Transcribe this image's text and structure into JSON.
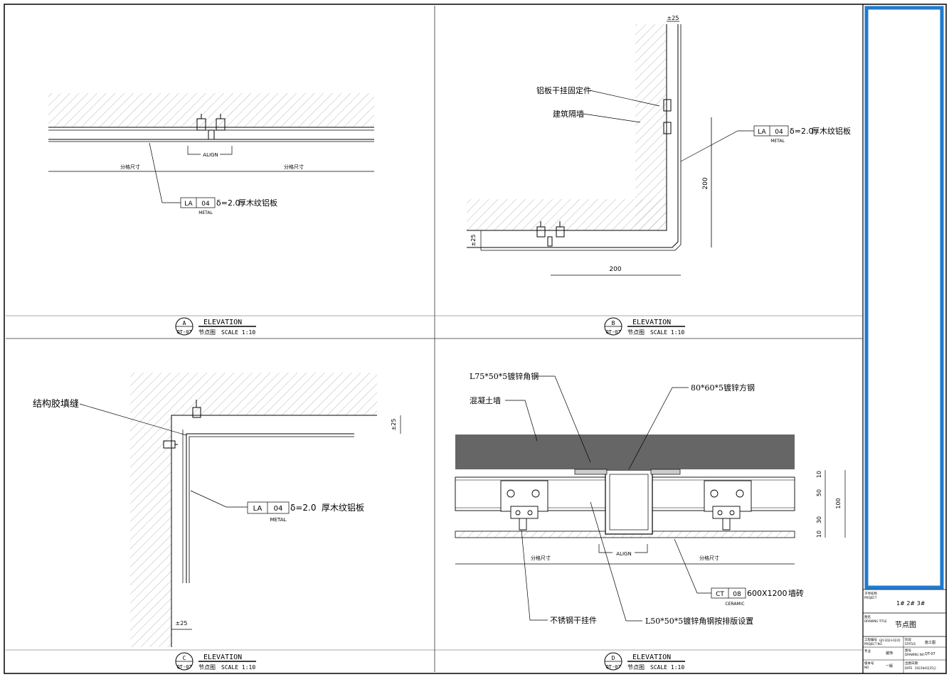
{
  "panels": {
    "a": {
      "callout_letter": "A",
      "callout_sheet": "QT-07",
      "view": "ELEVATION",
      "title": "节点图",
      "scale": "SCALE 1:10",
      "align_label": "ALIGN",
      "dim_left": "分格尺寸",
      "dim_right": "分格尺寸",
      "material_code": "LA",
      "material_num": "04",
      "material_cat": "METAL",
      "material_desc_prefix": "δ=2.0",
      "material_desc": "厚木纹铝板"
    },
    "b": {
      "callout_letter": "B",
      "callout_sheet": "QT-07",
      "view": "ELEVATION",
      "title": "节点图",
      "scale": "SCALE 1:10",
      "label_fixing": "铝板干挂固定件",
      "label_wall": "建筑隔墙",
      "dim_top": "±25",
      "dim_left": "±25",
      "dim_vertical": "200",
      "dim_bottom": "200",
      "material_code": "LA",
      "material_num": "04",
      "material_cat": "METAL",
      "material_desc_prefix": "δ=2.0",
      "material_desc": "厚木纹铝板"
    },
    "c": {
      "callout_letter": "C",
      "callout_sheet": "QT-07",
      "view": "ELEVATION",
      "title": "节点图",
      "scale": "SCALE 1:10",
      "label_glue": "结构胶填缝",
      "dim_right": "±25",
      "dim_bottom": "±25",
      "material_code": "LA",
      "material_num": "04",
      "material_cat": "METAL",
      "material_desc_prefix": "δ=2.0",
      "material_desc": "厚木纹铝板"
    },
    "d": {
      "callout_letter": "D",
      "callout_sheet": "QT-07",
      "view": "ELEVATION",
      "title": "节点图",
      "scale": "SCALE 1:10",
      "label_angle": "L75*50*5镀锌角钢",
      "label_concrete": "混凝土墙",
      "label_square": "80*60*5镀锌方钢",
      "label_hanger": "不锈钢干挂件",
      "label_angle2": "L50*50*5镀锌角钢按排版设置",
      "align_label": "ALIGN",
      "dim_left": "分格尺寸",
      "dim_right": "分格尺寸",
      "dim_10a": "10",
      "dim_50": "50",
      "dim_30": "30",
      "dim_10b": "10",
      "dim_100": "100",
      "material_code": "CT",
      "material_num": "08",
      "material_cat": "CERAMIC",
      "material_desc_prefix": "600X1200",
      "material_desc": "墙砖"
    }
  },
  "title_block": {
    "project_cn": "子项名称",
    "project_en": "PROJECT",
    "project_value": "1#  2#  3#",
    "drawing_cn": "图名",
    "drawing_en": "DRAWING TITLE",
    "drawing_value": "节点图",
    "project_no_cn": "工程编号",
    "project_no_en": "PROJECT NO.",
    "project_no_value": "GJY-2023-0235",
    "status_cn": "阶段",
    "status_en": "STATUS",
    "status_value": "施工图",
    "major_cn": "专业",
    "major_en": "",
    "major_value": "装饰",
    "drawing_no_cn": "图号",
    "drawing_no_en": "DRAWING NO.",
    "drawing_no_value": "QT-07",
    "version_cn": "版本号",
    "version_en": "NO.",
    "version_value": "一版",
    "date_cn": "出图日期",
    "date_en": "DATE",
    "date_value": "2023年6月25日"
  },
  "colors": {
    "frame": "#000000",
    "accent": "#1f7ad0",
    "concrete": "#666666"
  }
}
